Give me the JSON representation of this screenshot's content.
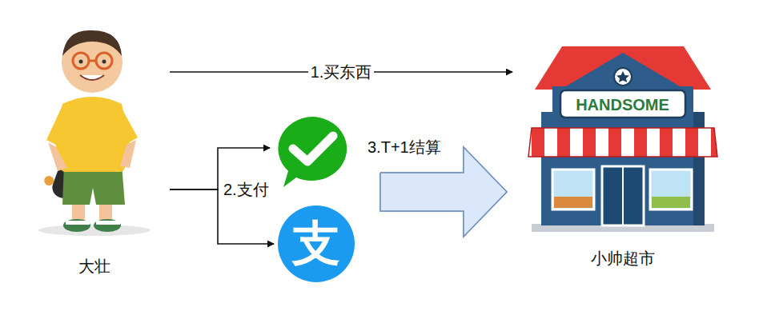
{
  "diagram": {
    "nodes": [
      {
        "text": [
          "大壮"
        ]
      },
      {
        "text": []
      },
      {
        "text": [
          "支"
        ]
      },
      {
        "text": [
          "HANDSOME",
          "小帅超市"
        ]
      }
    ],
    "edges": [
      {
        "from": 0,
        "to": 3,
        "label": "1.买东西",
        "arrow": "to"
      },
      {
        "from": 0,
        "to": 1,
        "label": "2.支付",
        "arrow": "to"
      },
      {
        "from": 0,
        "to": 2,
        "arrow": "to"
      },
      {
        "from": 1,
        "to": 3,
        "label": "3.T+1结算",
        "arrow": "to"
      },
      {
        "from": 2,
        "to": 3,
        "arrow": "to"
      }
    ]
  }
}
